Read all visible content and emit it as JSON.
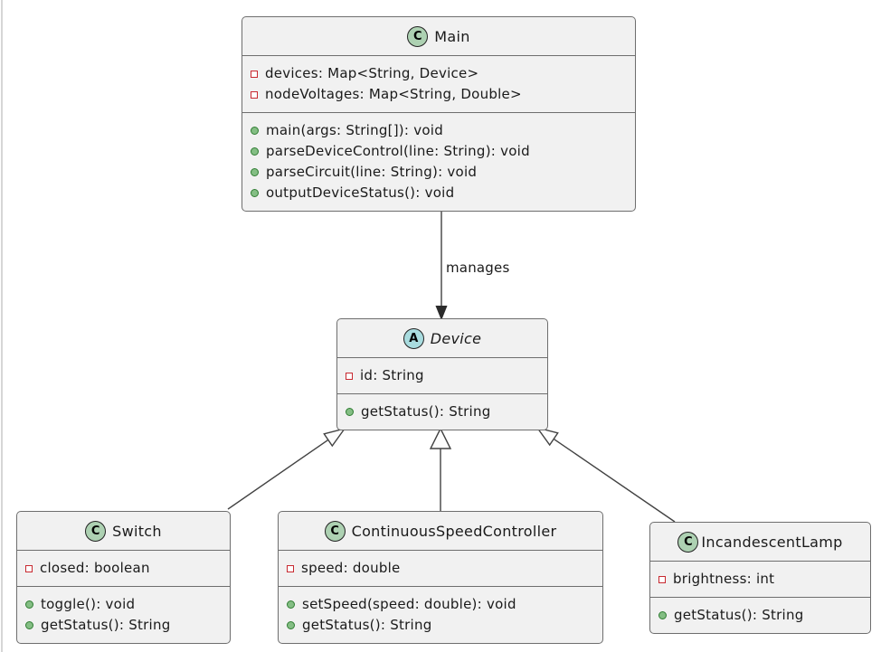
{
  "diagram_type": "uml-class-diagram",
  "edge_label": "manages",
  "classes": {
    "main": {
      "spot": "C",
      "spot_kind": "class",
      "name": "Main",
      "fields": [
        "devices: Map<String, Device>",
        "nodeVoltages: Map<String, Double>"
      ],
      "methods": [
        "main(args: String[]): void",
        "parseDeviceControl(line: String): void",
        "parseCircuit(line: String): void",
        "outputDeviceStatus(): void"
      ]
    },
    "device": {
      "spot": "A",
      "spot_kind": "abstract",
      "name": "Device",
      "fields": [
        "id: String"
      ],
      "methods": [
        "getStatus(): String"
      ]
    },
    "switch": {
      "spot": "C",
      "spot_kind": "class",
      "name": "Switch",
      "fields": [
        "closed: boolean"
      ],
      "methods": [
        "toggle(): void",
        "getStatus(): String"
      ]
    },
    "controller": {
      "spot": "C",
      "spot_kind": "class",
      "name": "ContinuousSpeedController",
      "fields": [
        "speed: double"
      ],
      "methods": [
        "setSpeed(speed: double): void",
        "getStatus(): String"
      ]
    },
    "lamp": {
      "spot": "C",
      "spot_kind": "class",
      "name": "IncandescentLamp",
      "fields": [
        "brightness: int"
      ],
      "methods": [
        "getStatus(): String"
      ]
    }
  },
  "relations": [
    {
      "from": "Main",
      "to": "Device",
      "type": "directed-association",
      "label": "manages"
    },
    {
      "from": "Switch",
      "to": "Device",
      "type": "extends"
    },
    {
      "from": "ContinuousSpeedController",
      "to": "Device",
      "type": "extends"
    },
    {
      "from": "IncandescentLamp",
      "to": "Device",
      "type": "extends"
    }
  ],
  "colors": {
    "box_fill": "#F1F1F1",
    "box_border": "#6E6E6E",
    "class_spot_fill": "#ADD1B2",
    "abstract_spot_fill": "#A9DCDF",
    "private_field_icon": "#C82930",
    "public_method_icon": "#84BE84",
    "edge_line": "#424242",
    "text": "#1A1A1A"
  }
}
